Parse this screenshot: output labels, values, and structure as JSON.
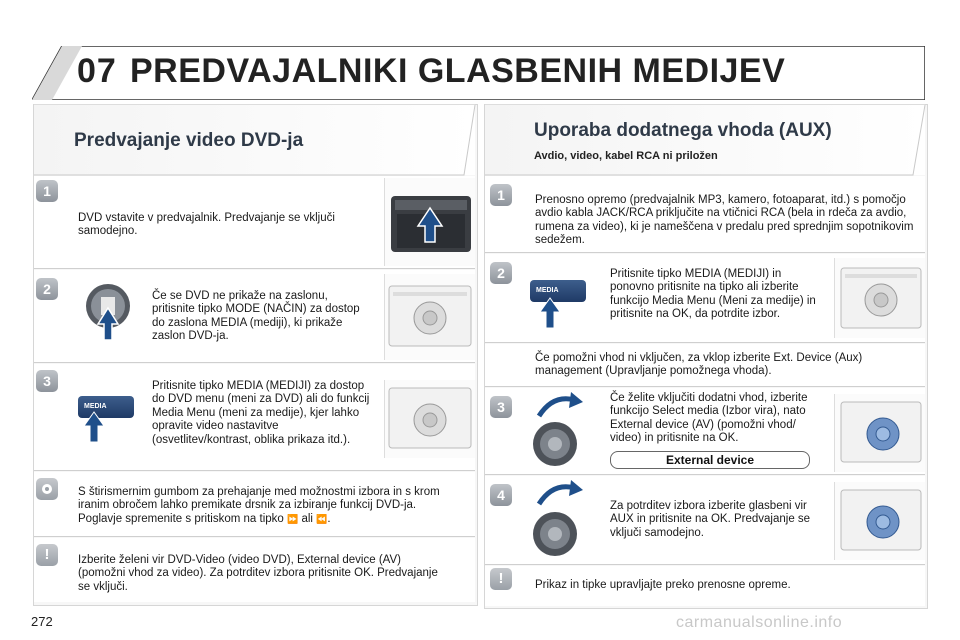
{
  "header": {
    "chapter": "07",
    "title": "PREDVAJALNIKI GLASBENIH MEDIJEV"
  },
  "left": {
    "title": "Predvajanje video DVD-ja",
    "steps": [
      {
        "num": "1",
        "text": "DVD vstavite v predvajalnik. Predvajanje se vključi samodejno."
      },
      {
        "num": "2",
        "text": "Če se DVD ne prikaže na zaslonu, pritisnite tipko MODE (NAČIN) za dostop do zaslona MEDIA (mediji), ki prikaže zaslon DVD-ja."
      },
      {
        "num": "3",
        "text": "Pritisnite tipko MEDIA (MEDIJI) za dostop do DVD menu (meni za DVD) ali do funkcij Media Menu (meni za medije), kjer lahko opravite video nastavitve (osvetlitev/kontrast, oblika prikaza itd.)."
      }
    ],
    "tip": {
      "text_a": "S štirismernim gumbom za prehajanje med možnostmi izbora in s krom iranim obročem lahko premikate drsnik za izbiranje funkcij DVD-ja. Poglavje spremenite s pritiskom na tipko",
      "sym1": "⏩",
      "mid": "ali",
      "sym2": "⏪",
      "end": "."
    },
    "note": "Izberite želeni vir DVD-Video (video DVD), External device (AV) (pomožni vhod za video). Za potrditev izbora pritisnite OK. Predvajanje se vključi."
  },
  "right": {
    "title": "Uporaba dodatnega vhoda (AUX)",
    "subtitle": "Avdio, video, kabel RCA ni priložen",
    "steps": [
      {
        "num": "1",
        "text": "Prenosno opremo (predvajalnik MP3, kamero, fotoaparat, itd.) s pomočjo avdio kabla JACK/RCA priključite na vtičnici RCA (bela in rdeča za avdio, rumena za video), ki je nameščena v predalu pred sprednjim sopotnikovim sedežem."
      },
      {
        "num": "2",
        "text": "Pritisnite tipko MEDIA (MEDIJI) in ponovno pritisnite na tipko ali izberite funkcijo Media Menu (Meni za medije) in pritisnite na OK, da potrdite izbor."
      },
      {
        "num": "",
        "text": "Če pomožni vhod ni vključen, za vklop izberite Ext. Device (Aux) management (Upravljanje pomožnega vhoda)."
      },
      {
        "num": "3",
        "text": "Če želite vključiti dodatni vhod, izberite funkcijo Select media (Izbor vira), nato External device (AV) (pomožni vhod/ video) in pritisnite na OK.",
        "button": "External device"
      },
      {
        "num": "4",
        "text": "Za potrditev izbora izberite glasbeni vir AUX in pritisnite na OK. Predvajanje se vključi samodejno."
      }
    ],
    "note": "Prikaz in tipke upravljajte preko prenosne opreme."
  },
  "media_label": "MEDIA",
  "page_number": "272",
  "watermark": "carmanualsonline.info",
  "colors": {
    "accent": "#2f3a48",
    "button": "#1f3a66",
    "arrow": "#1f4f8a"
  }
}
